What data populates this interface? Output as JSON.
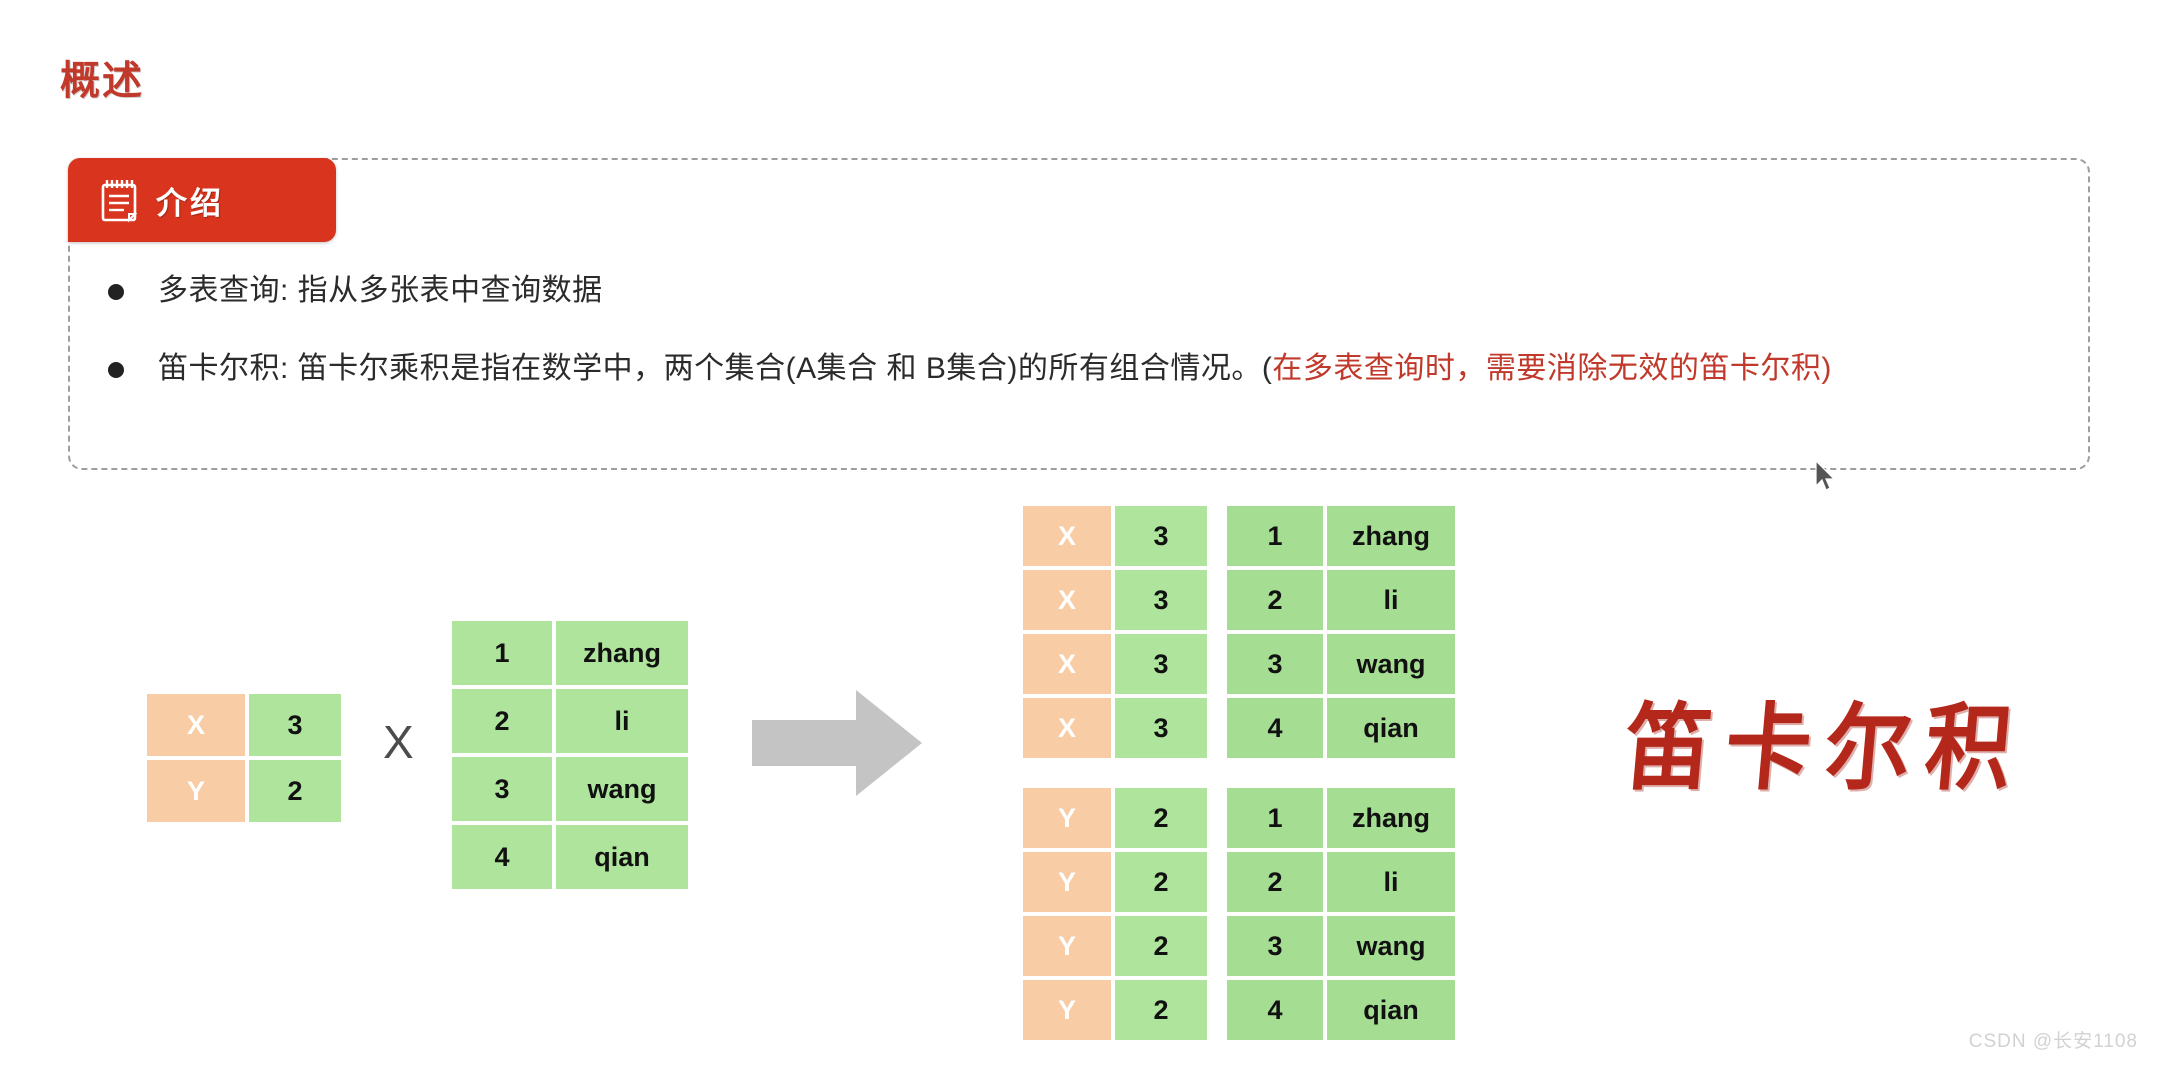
{
  "page": {
    "title": "概述",
    "watermark": "CSDN @长安1108",
    "title_color": "#c0392b"
  },
  "callout": {
    "badge": {
      "label": "介绍",
      "icon": "notepad-icon",
      "background": "#d9341d"
    },
    "border_style": "dashed",
    "bullets": [
      {
        "plain": "多表查询: 指从多张表中查询数据",
        "accent": ""
      },
      {
        "plain": "笛卡尔积: 笛卡尔乘积是指在数学中，两个集合(A集合 和 B集合)的所有组合情况。(",
        "accent": "在多表查询时，需要消除无效的笛卡尔积",
        "tail": ")"
      }
    ],
    "accent_color": "#c0392b"
  },
  "diagram": {
    "multiply_symbol": "X",
    "arrow": "right-arrow-icon",
    "colors": {
      "orange": "#f8cda5",
      "green": "#aee49c",
      "green_dark": "#a5dd92",
      "arrow": "#c4c4c4"
    },
    "table_left": {
      "name": "set-a-table",
      "rows": [
        [
          "X",
          "3"
        ],
        [
          "Y",
          "2"
        ]
      ]
    },
    "table_right": {
      "name": "set-b-table",
      "rows": [
        [
          "1",
          "zhang"
        ],
        [
          "2",
          "li"
        ],
        [
          "3",
          "wang"
        ],
        [
          "4",
          "qian"
        ]
      ]
    },
    "table_result": {
      "name": "cartesian-product-table",
      "blocks": [
        {
          "rows": [
            [
              "X",
              "3",
              "1",
              "zhang"
            ],
            [
              "X",
              "3",
              "2",
              "li"
            ],
            [
              "X",
              "3",
              "3",
              "wang"
            ],
            [
              "X",
              "3",
              "4",
              "qian"
            ]
          ]
        },
        {
          "rows": [
            [
              "Y",
              "2",
              "1",
              "zhang"
            ],
            [
              "Y",
              "2",
              "2",
              "li"
            ],
            [
              "Y",
              "2",
              "3",
              "wang"
            ],
            [
              "Y",
              "2",
              "4",
              "qian"
            ]
          ]
        }
      ]
    },
    "calligraphy": "笛卡尔积"
  }
}
